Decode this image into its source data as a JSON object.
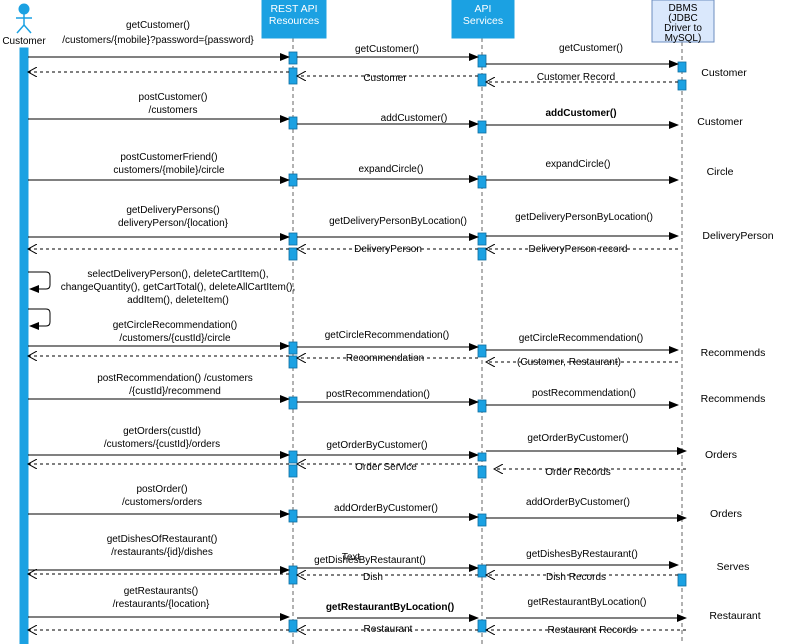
{
  "colors": {
    "header_fill": "#1ba1e2",
    "activation_fill": "#1ba1e2",
    "dbms_fill": "#dae8fc",
    "line": "#000000",
    "lifeline": "#666666"
  },
  "participants": {
    "customer": "Customer",
    "rest_line1": "REST API",
    "rest_line2": "Resources",
    "api_line1": "API",
    "api_line2": "Services",
    "dbms_line1": "DBMS",
    "dbms_line2": "(JDBC",
    "dbms_line3": "Driver to",
    "dbms_line4": "MySQL)"
  },
  "messages": [
    {
      "text": "getCustomer()"
    },
    {
      "text": "/customers/{mobile}?password={password}"
    },
    {
      "text": "getCustomer()"
    },
    {
      "text": "getCustomer()"
    },
    {
      "text": "Customer"
    },
    {
      "text": "Customer Record"
    },
    {
      "text": "postCustomer()"
    },
    {
      "text": "/customers"
    },
    {
      "text": "addCustomer()"
    },
    {
      "text": "addCustomer()"
    },
    {
      "text": "postCustomerFriend()"
    },
    {
      "text": "customers/{mobile}/circle"
    },
    {
      "text": "expandCircle()"
    },
    {
      "text": "expandCircle()"
    },
    {
      "text": "getDeliveryPersons()"
    },
    {
      "text": "deliveryPerson/{location}"
    },
    {
      "text": "getDeliveryPersonByLocation()"
    },
    {
      "text": "getDeliveryPersonByLocation()"
    },
    {
      "text": "DeliveryPerson"
    },
    {
      "text": "DeliveryPerson record"
    },
    {
      "text": "selectDeliveryPerson(), deleteCartItem(),"
    },
    {
      "text": "changeQuantity(), getCartTotal(), deleteAllCartItem(),"
    },
    {
      "text": "addItem(),  deleteItem()"
    },
    {
      "text": "getCircleRecommendation()"
    },
    {
      "text": "/customers/{custId}/circle"
    },
    {
      "text": "getCircleRecommendation()"
    },
    {
      "text": "getCircleRecommendation()"
    },
    {
      "text": "Recommendation"
    },
    {
      "text": "(Customer, Restaurant)"
    },
    {
      "text": "postRecommendation()  /customers"
    },
    {
      "text": "/{custId}/recommend"
    },
    {
      "text": "postRecommendation()"
    },
    {
      "text": "postRecommendation()"
    },
    {
      "text": "getOrders(custId)"
    },
    {
      "text": "/customers/{custId}/orders"
    },
    {
      "text": "getOrderByCustomer()"
    },
    {
      "text": "getOrderByCustomer()"
    },
    {
      "text": "Order Service"
    },
    {
      "text": "Order Records"
    },
    {
      "text": "postOrder()"
    },
    {
      "text": "/customers/orders"
    },
    {
      "text": "addOrderByCustomer()"
    },
    {
      "text": "addOrderByCustomer()"
    },
    {
      "text": "getDishesOfRestaurant()"
    },
    {
      "text": "/restaurants/{id}/dishes"
    },
    {
      "text": "getDishesByRestaurant()"
    },
    {
      "text": "Text"
    },
    {
      "text": "getDishesByRestaurant()"
    },
    {
      "text": "Dish"
    },
    {
      "text": "Dish Records"
    },
    {
      "text": "getRestaurants()"
    },
    {
      "text": "/restaurants/{location}"
    },
    {
      "text": "getRestaurantByLocation()"
    },
    {
      "text": "getRestaurantByLocation()"
    },
    {
      "text": "Restaurant"
    },
    {
      "text": "Restaurant Records"
    }
  ],
  "side_labels": [
    {
      "text": "Customer"
    },
    {
      "text": "Customer"
    },
    {
      "text": "Circle"
    },
    {
      "text": "DeliveryPerson"
    },
    {
      "text": "Recommends"
    },
    {
      "text": "Recommends"
    },
    {
      "text": "Orders"
    },
    {
      "text": "Orders"
    },
    {
      "text": "Serves"
    },
    {
      "text": "Restaurant"
    }
  ]
}
